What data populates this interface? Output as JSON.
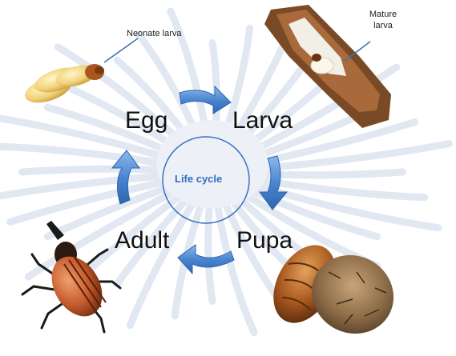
{
  "diagram": {
    "center": "Life cycle",
    "stages": {
      "egg": "Egg",
      "larva": "Larva",
      "pupa": "Pupa",
      "adult": "Adult"
    },
    "annotations": {
      "neonate": "Neonate larva",
      "mature_line1": "Mature",
      "mature_line2": "larva"
    },
    "colors": {
      "arrow": "#4a86d0",
      "arrow_dark": "#2f65b0",
      "circle": "#3a6fc2",
      "center_text": "#2e6fc0",
      "palm": "#c9d6e6"
    },
    "icons": [
      "palm-background-icon",
      "egg-cluster-icon",
      "mature-larva-icon",
      "pupa-cocoon-icon",
      "weevil-adult-icon"
    ]
  }
}
